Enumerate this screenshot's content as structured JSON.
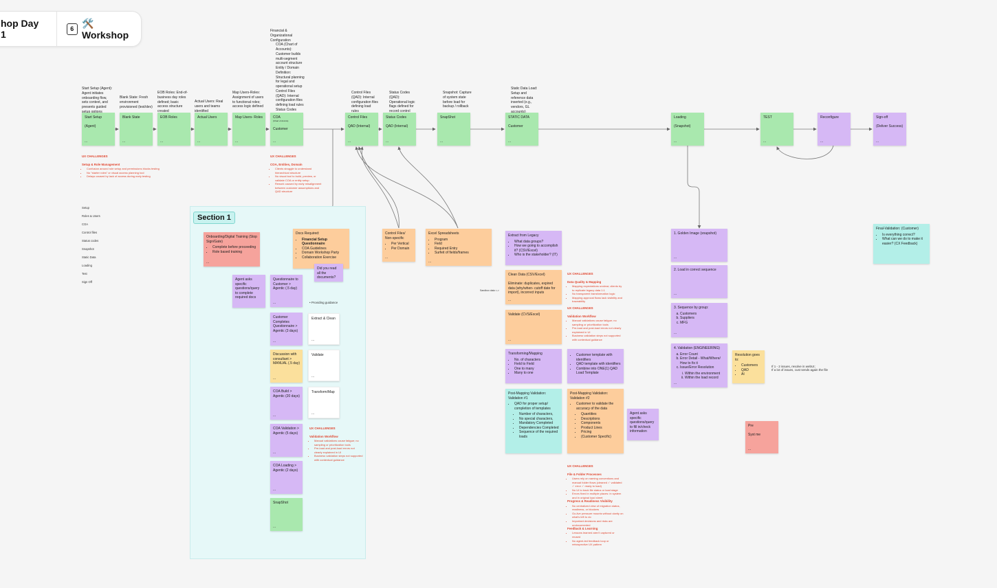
{
  "tabs": [
    {
      "label": "hop Day 1"
    },
    {
      "label": "🛠️ Workshop",
      "page_count": "6"
    }
  ],
  "top_notes": {
    "start": "Start Setup (Agent): Agent initiates onboarding flow, sets context, and presents guided setup options",
    "blank": "Blank State: Fresh environment provisioned (test/dev)",
    "eob": "EOB Roles: End-of-business day roles defined; basic access structure created",
    "actual": "Actual Users: Real users and teams identified",
    "map": "Map Users-Roles: Assignment of users to functional roles; access logic defined",
    "financial_title": "Financial & Organizational Configuration",
    "financial_items": [
      "COA (Chart of Accounts): Customer builds multi-segment account structure",
      "Entity / Domain Definition: Structural planning for legal and operational setup",
      "Control Files (QAD): Internal configuration files defining load rules",
      "Status Codes (QAD): Operational logic flags defined for record control"
    ],
    "control_files": [
      "Control Files (QAD): Internal configuration files defining load rules"
    ],
    "status_codes": [
      "Status Codes (QAD): Operational logic flags defined for record control"
    ],
    "snapshot": [
      "Snapshot: Capture of system state before load for backup / rollback"
    ],
    "static": [
      "Static Data Load: Setup and reference data inserted (e.g., vendors, GL accounts)"
    ]
  },
  "main_flow": [
    {
      "title": "Start Setup",
      "sub": "(Agent)",
      "color": "green"
    },
    {
      "title": "Blank State",
      "sub": "",
      "color": "green"
    },
    {
      "title": "EOB Roles",
      "sub": "",
      "color": "green"
    },
    {
      "title": "Actual Users",
      "sub": "",
      "color": "green"
    },
    {
      "title": "Map Users- Roles",
      "sub": "",
      "color": "green"
    },
    {
      "title": "COA",
      "tiny": "(Chart of Accnts)",
      "sub": "Customer",
      "color": "green"
    },
    {
      "title": "Control Files",
      "sub": "QAD (Internal)",
      "color": "green"
    },
    {
      "title": "Status Codes",
      "sub": "QAD (Internal)",
      "color": "green"
    },
    {
      "title": "SnapShot",
      "sub": "",
      "color": "green"
    },
    {
      "title": "STATIC DATA",
      "sub": "Customer",
      "color": "green"
    },
    {
      "title": "Loading",
      "sub": "(Snapshot)",
      "color": "green"
    },
    {
      "title": "TEST",
      "sub": "",
      "color": "green"
    },
    {
      "title": "Reconfigure",
      "sub": "",
      "color": "purple"
    },
    {
      "title": "Sign-off",
      "sub": "(Deliver Success)",
      "color": "purple"
    }
  ],
  "ux_left": {
    "header": "UX CHALLENGES",
    "sub": "Setup & Role Management",
    "items": [
      "Confusion around role setup and permissions blocks testing",
      "No \"starter roles\" or visual access planning tool",
      "Delays caused by lack of access during early testing"
    ]
  },
  "ux_coa": {
    "header": "UX CHALLENGES",
    "sub": "COA, Entities, Domain",
    "items": [
      "Clients struggle to understand hierarchical structure",
      "No visual tool to build, preview, or validate COA or entity setup",
      "Rework caused by early misalignment between customer assumptions and QAD structure"
    ]
  },
  "legend": [
    "Setup",
    "Roles & Users",
    "COA",
    "Control files",
    "Status codes",
    "Snapshot",
    "Static Data",
    "Loading",
    "Test",
    "Sign Off"
  ],
  "section1": {
    "title": "Section 1",
    "onboarding": {
      "title": "Onboarding/Digital Training (Stop Sign/Gate)",
      "items": [
        "Complete before proceeding",
        "Role based training"
      ]
    },
    "docs": {
      "title": "Docs Required:",
      "items": [
        "Financial Setup Questionnaire",
        "COA Guidelines",
        "Domain Workshop Party",
        "Collaboration Exercise"
      ]
    },
    "did_you_read": "Did you read all the documents?",
    "agent_asks": "Agent asks specific questions/query to complete required docs",
    "questionnaire": "Questionnaire to Customer > Agentic (.5 day)",
    "providing": "Providing guidance",
    "customer_completes": "Customer Completes Questionnaire > Agentic (3 days)",
    "extract_clean": "Extract & Clean",
    "discussion": "Discussion with consultant > MANUAL (.5 day)",
    "validate": "Validate",
    "coa_build": "COA Build > Agentic (20 days)",
    "transform": "Transform/Map",
    "coa_validation": "COA Validation > Agentic (5 days)",
    "coa_loading": "COA Loading > Agentic (2 days)",
    "snapshot": "SnapShot",
    "ux": {
      "header": "UX CHALLENGES",
      "sub": "Validation Workflow",
      "items": [
        "Manual validations cause fatigue; no sampling or prioritization tools",
        "Pre-load and post-load errors not clearly explained in UI",
        "Business validation steps not supported with contextual guidance"
      ]
    }
  },
  "middle": {
    "control_nonspecific": {
      "title": "Control Files/ Non-specific",
      "items": [
        "Per Vertical",
        "Per Domain"
      ]
    },
    "excel": {
      "title": "Excel Spreadsheets",
      "items": [
        "Program",
        "Field",
        "Required Entry",
        "Surfeit of fields/frames"
      ]
    },
    "sandbox": "Sandbox data <->"
  },
  "legacy": {
    "extract": {
      "title": "Extract from Legacy",
      "items": [
        "What data groups?",
        "How we going to accomplish it? (CSV/Excel)",
        "Who is the stakeholder? (IT)"
      ]
    },
    "clean": {
      "title": "Clean Data (CSV/Excel)",
      "body": "Eliminate: duplicates, expired data (why/when- cutoff date for import), incorrect inputs"
    },
    "validate": "Validate (CVS/Excel)",
    "transform": {
      "title": "Transforming/Mapping",
      "items": [
        "No. of characters",
        "Field to Field",
        "One to many",
        "Many to one"
      ]
    },
    "customer_template": {
      "items": [
        "Customer template with identifiers",
        "QAD template with identifiers",
        "Combine into ONE(1) QAD Load Template"
      ]
    },
    "post1": {
      "title": "Post-Mapping Validation: Validation #1",
      "items": [
        "QAD for proper setup/ completion of templates"
      ],
      "sub": [
        "Number of characters,",
        "No special characters,",
        "Mandatory Completed",
        "Dependencies Completed",
        "Sequence of the required loads"
      ]
    },
    "post2": {
      "title": "Post-Mapping Validation: Validation #2",
      "items": [
        "Customer to validate the accuracy of the data"
      ],
      "sub": [
        "Quantities",
        "Descriptions",
        "Components",
        "Product Lines",
        "Pricing",
        "(Customer Specific)"
      ]
    },
    "agent_asks": "Agent asks specific questions/query to fill in/check information",
    "ux1": {
      "header": "UX CHALLENGES",
      "sub": "Data Quality & Mapping",
      "items": [
        "Mapping expectations unclear; clients try to replicate legacy data 1:1",
        "No transparent transformation logic",
        "Mapping approval flows lack visibility and traceability"
      ]
    },
    "ux2": {
      "header": "UX CHALLENGES",
      "sub": "Validation Workflow",
      "items": [
        "Manual validations cause fatigue; no sampling or prioritization tools",
        "Pre-load and post-load errors not clearly explained in UI",
        "Business validation steps not supported with contextual guidance"
      ]
    },
    "ux3": {
      "header": "UX CHALLENGES",
      "groups": [
        {
          "sub": "File & Folder Processes",
          "items": [
            "Users rely on naming conventions and manual folder flows (cleaned ✓ validated ✓ error ✓ ready to load)",
            "No UI to track file status or load stage",
            "Errors fixed in multiple places: in system and in original load sheet"
          ]
        },
        {
          "sub": "Progress & Readiness Visibility",
          "items": [
            "No centralized view of migration status, readiness, or blockers",
            "Go-live pressure mounts without clarity on what's left to do",
            "Important decisions and risks are undocumented"
          ]
        },
        {
          "sub": "Feedback & Learning",
          "items": [
            "Lessons learned aren't captured or reused",
            "No agent-led feedback loop or retrospective UX pattern"
          ]
        }
      ]
    }
  },
  "loading_col": {
    "golden": "1. Golden Image (snapshot)",
    "load": "2. Load in correct sequence",
    "sequence": {
      "title": "3. Sequence by group:",
      "items": [
        "Customers",
        "Suppliers",
        "MFG"
      ]
    },
    "validation": {
      "title": "4. Validation (ENGINEERING)",
      "items": [
        "Error Count",
        "Error Detail - What/Where/ How to fix it",
        "Issue/Error Resolution"
      ],
      "sub": [
        "Within the environment",
        "Within the load record"
      ]
    },
    "resolution": {
      "title": "Resolution goes to:",
      "items": [
        "Customers",
        "QAD",
        "AI"
      ]
    },
    "note_line1": "If 1 - 2 issues, resolve in webUI;",
    "note_line2": "If a lot of issues, cust sends again the file",
    "red_sticky": [
      "Pre",
      "Syst me"
    ]
  },
  "final": {
    "title": "Final-Validation: (Customer)",
    "items": [
      "Is everything correct?",
      "What can we do to make it easier? (CX Feedback)"
    ]
  }
}
